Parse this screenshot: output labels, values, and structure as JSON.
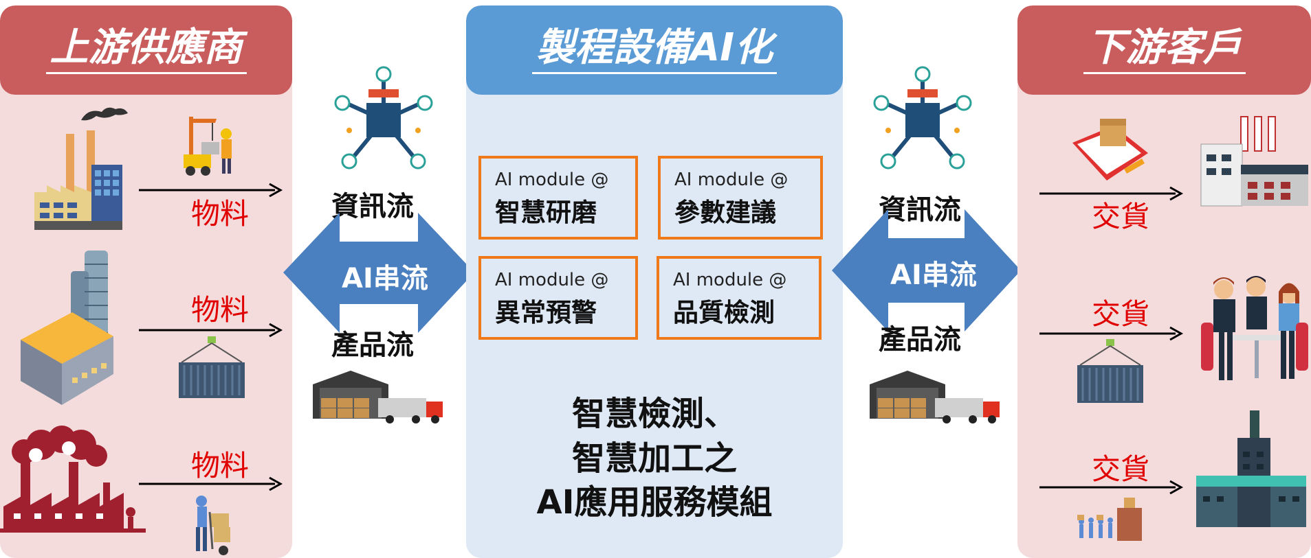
{
  "upstream": {
    "title": "上游供應商",
    "materials": [
      "物料",
      "物料",
      "物料"
    ]
  },
  "midstream": {
    "title": "製程設備AI化",
    "modules": [
      {
        "prefix": "AI module @",
        "name": "智慧研磨"
      },
      {
        "prefix": "AI module @",
        "name": "參數建議"
      },
      {
        "prefix": "AI module @",
        "name": "異常預警"
      },
      {
        "prefix": "AI module @",
        "name": "品質檢測"
      }
    ],
    "summary": [
      "智慧檢測、",
      "智慧加工之",
      "AI應用服務模組"
    ]
  },
  "downstream": {
    "title": "下游客戶",
    "deliveries": [
      "交貨",
      "交貨",
      "交貨"
    ]
  },
  "left_flow": {
    "info": "資訊流",
    "ai": "AI串流",
    "product": "產品流"
  },
  "right_flow": {
    "info": "資訊流",
    "ai": "AI串流",
    "product": "產品流"
  },
  "colors": {
    "panel_pink": "#f5dcdc",
    "header_red": "#c95d5d",
    "panel_blue": "#dfe9f5",
    "header_blue": "#5b9bd5",
    "module_border": "#f07a1a",
    "label_red": "#e00000"
  },
  "icons": {
    "left_network": "ai-network-icon",
    "right_network": "ai-network-icon",
    "left_warehouse": "warehouse-truck-icon",
    "right_warehouse": "warehouse-truck-icon"
  }
}
